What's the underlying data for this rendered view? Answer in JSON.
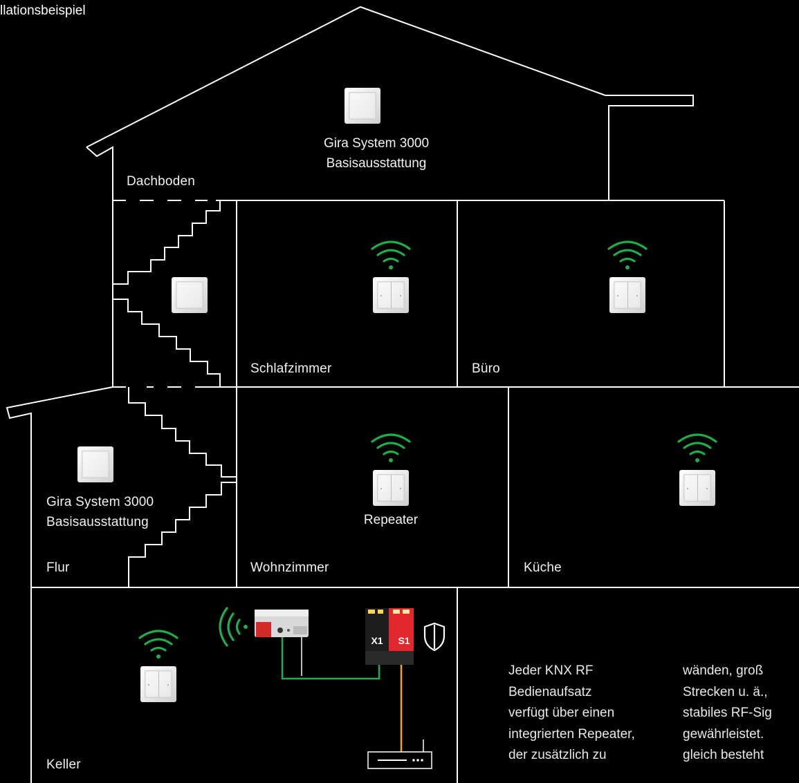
{
  "title": "llationsbeispiel",
  "rooms": {
    "dachboden": "Dachboden",
    "schlafzimmer": "Schlafzimmer",
    "buero": "Büro",
    "flur": "Flur",
    "wohnzimmer": "Wohnzimmer",
    "kueche": "Küche",
    "keller": "Keller"
  },
  "captions": {
    "attic_line1": "Gira System 3000",
    "attic_line2": "Basisausstattung",
    "hall_line1": "Gira System 3000",
    "hall_line2": "Basisausstattung",
    "repeater": "Repeater"
  },
  "devices": {
    "gateway_left_label": "X1",
    "gateway_right_label": "S1"
  },
  "text_col1": [
    "Jeder KNX RF",
    "Bedienaufsatz",
    "verfügt über einen",
    "integrierten Repeater,",
    "der zusätzlich zu"
  ],
  "text_col2": [
    "wänden, groß",
    "Strecken u. ä.,",
    "stabiles RF-Sig",
    "gewährleistet.",
    "gleich besteht"
  ],
  "colors": {
    "background": "#000000",
    "lines": "#ffffff",
    "wifi": "#1fae4a",
    "gateway_red": "#e0282e",
    "bus_yellow": "#f5a800"
  },
  "icons": [
    "wifi-signal-icon",
    "shield-icon",
    "router-icon",
    "switch-single-icon",
    "switch-double-icon"
  ]
}
